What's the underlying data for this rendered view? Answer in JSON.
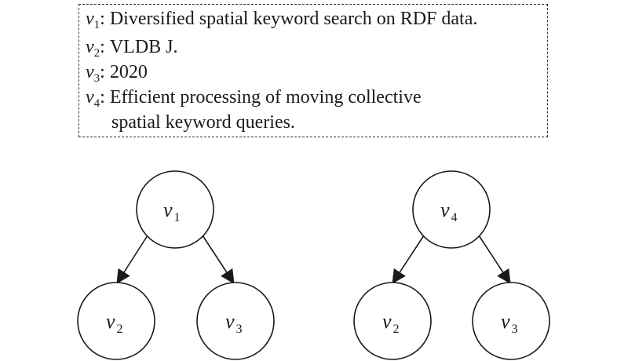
{
  "legend": {
    "entries": [
      {
        "var": "v",
        "sub": "1",
        "text": "Diversified spatial keyword search on RDF data."
      },
      {
        "var": "v",
        "sub": "2",
        "text": "VLDB J."
      },
      {
        "var": "v",
        "sub": "3",
        "text": "2020"
      },
      {
        "var": "v",
        "sub": "4",
        "text": "Efficient processing of moving collective",
        "continuation": "spatial keyword queries."
      }
    ]
  },
  "trees": [
    {
      "root": {
        "var": "v",
        "sub": "1"
      },
      "children": [
        {
          "var": "v",
          "sub": "2"
        },
        {
          "var": "v",
          "sub": "3"
        }
      ]
    },
    {
      "root": {
        "var": "v",
        "sub": "4"
      },
      "children": [
        {
          "var": "v",
          "sub": "2"
        },
        {
          "var": "v",
          "sub": "3"
        }
      ]
    }
  ]
}
